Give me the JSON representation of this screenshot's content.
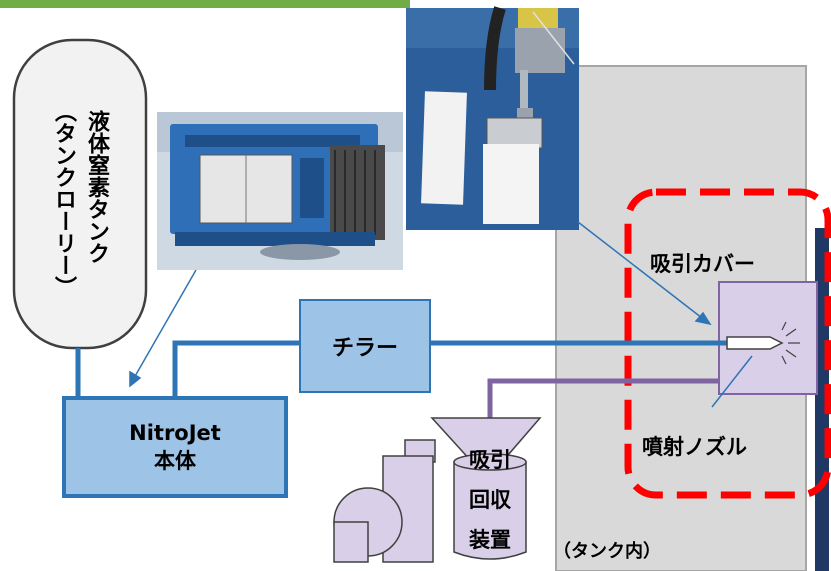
{
  "labels": {
    "tank_main": "液体窒素タンク",
    "tank_sub": "（タンクローリー）",
    "chiller": "チラー",
    "nitrojet_line1": "NitroJet",
    "nitrojet_line2": "本体",
    "suction_device_line1": "吸引",
    "suction_device_line2": "回収",
    "suction_device_line3": "装置",
    "suction_cover": "吸引カバー",
    "nozzle": "噴射ノズル",
    "tank_inside": "（タンク内）"
  },
  "colors": {
    "blue_line": "#2e75b6",
    "box_fill": "#9dc3e6",
    "box_border": "#2e75b6",
    "purple_line": "#8064a2",
    "purple_fill": "#d9cfe8",
    "tank_wall": "#d9d9d9",
    "red_dash": "#ff0000",
    "top_bar": "#70ad47"
  }
}
